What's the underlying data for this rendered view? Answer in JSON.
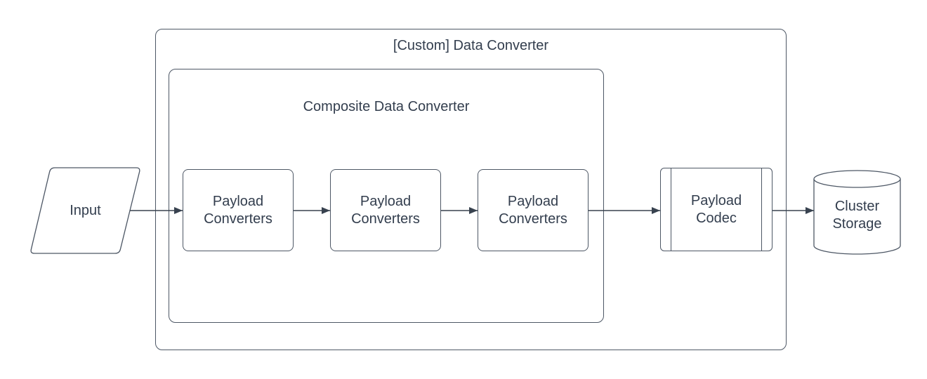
{
  "diagram_type": "flowchart",
  "colors": {
    "background": "#ffffff",
    "shape_stroke": "#4d5765",
    "text": "#333e4e",
    "arrow": "#38424f"
  },
  "containers": {
    "outer": {
      "label": "[Custom] Data Converter"
    },
    "inner": {
      "label": "Composite Data Converter"
    }
  },
  "nodes": {
    "input": {
      "label": "Input",
      "shape": "parallelogram"
    },
    "payload_converters": [
      {
        "label": "Payload Converters",
        "shape": "rounded-rectangle"
      },
      {
        "label": "Payload Converters",
        "shape": "rounded-rectangle"
      },
      {
        "label": "Payload Converters",
        "shape": "rounded-rectangle"
      }
    ],
    "payload_codec": {
      "label": "Payload Codec",
      "shape": "subroutine"
    },
    "cluster_storage": {
      "label": "Cluster Storage",
      "shape": "cylinder"
    }
  },
  "edges": [
    {
      "from": "input",
      "to": "payload_converters_1"
    },
    {
      "from": "payload_converters_1",
      "to": "payload_converters_2"
    },
    {
      "from": "payload_converters_2",
      "to": "payload_converters_3"
    },
    {
      "from": "payload_converters_3",
      "to": "payload_codec"
    },
    {
      "from": "payload_codec",
      "to": "cluster_storage"
    }
  ]
}
